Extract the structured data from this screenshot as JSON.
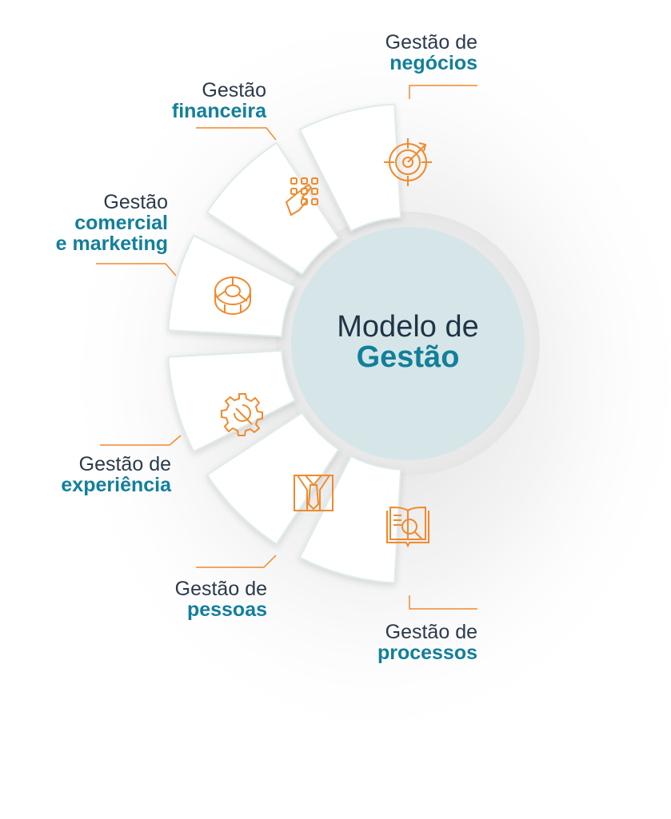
{
  "center": {
    "line1": "Modelo de",
    "line2": "Gestão"
  },
  "segments": [
    {
      "id": "negocios",
      "line1": "Gestão de",
      "line2": "negócios",
      "icon": "target-icon"
    },
    {
      "id": "financeira",
      "line1": "Gestão",
      "line2": "financeira",
      "icon": "keypad-hand-icon"
    },
    {
      "id": "comercial",
      "line1": "Gestão",
      "line2": "comercial",
      "line3": "e marketing",
      "icon": "donut-chart-icon"
    },
    {
      "id": "experiencia",
      "line1": "Gestão de",
      "line2": "experiência",
      "icon": "gear-wrench-icon"
    },
    {
      "id": "pessoas",
      "line1": "Gestão de",
      "line2": "pessoas",
      "icon": "shirt-tie-icon"
    },
    {
      "id": "processos",
      "line1": "Gestão de",
      "line2": "processos",
      "icon": "book-magnifier-icon"
    }
  ],
  "colors": {
    "accent": "#127f9b",
    "icon": "#f08a2c",
    "circle": "#d6e6e8",
    "text": "#2b3a4b",
    "line": "#f08a2c"
  }
}
